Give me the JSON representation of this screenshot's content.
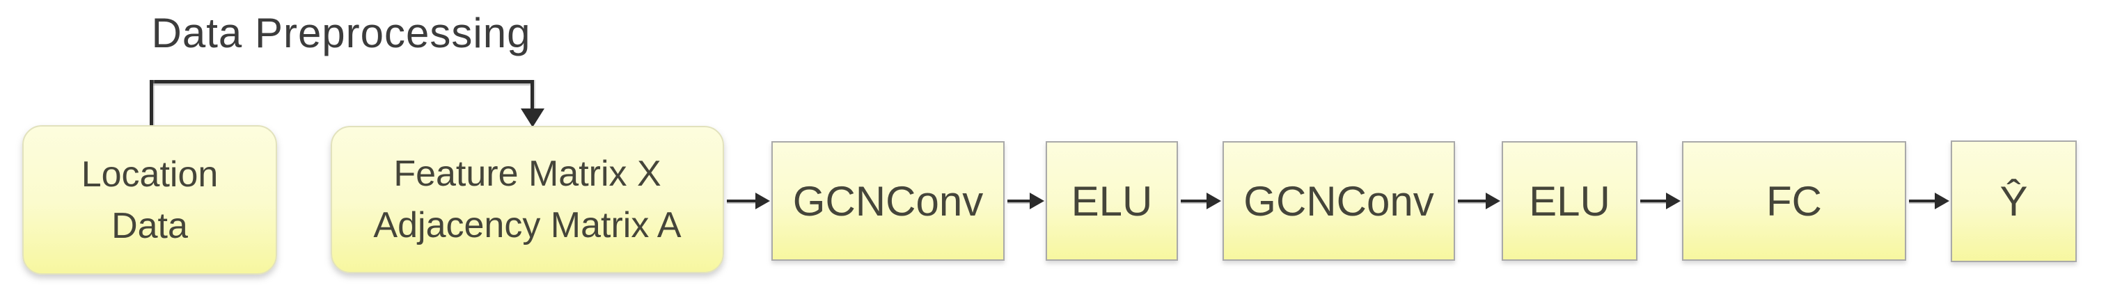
{
  "title": "Data Preprocessing",
  "nodes": [
    {
      "id": "location-data",
      "shape": "rounded",
      "lines": [
        "Location",
        "Data"
      ]
    },
    {
      "id": "feature-adjacency",
      "shape": "rounded",
      "lines": [
        "Feature Matrix X",
        "Adjacency Matrix A"
      ]
    },
    {
      "id": "gcnconv-1",
      "shape": "rect",
      "label": "GCNConv"
    },
    {
      "id": "elu-1",
      "shape": "rect",
      "label": "ELU"
    },
    {
      "id": "gcnconv-2",
      "shape": "rect",
      "label": "GCNConv"
    },
    {
      "id": "elu-2",
      "shape": "rect",
      "label": "ELU"
    },
    {
      "id": "fc",
      "shape": "rect",
      "label": "FC"
    },
    {
      "id": "y-hat",
      "shape": "rect",
      "label": "Ŷ"
    }
  ],
  "connections": [
    {
      "from": "location-data",
      "to": "feature-adjacency",
      "style": "elbow-bracket",
      "bracket_label": "Data Preprocessing"
    },
    {
      "from": "feature-adjacency",
      "to": "gcnconv-1",
      "style": "straight"
    },
    {
      "from": "gcnconv-1",
      "to": "elu-1",
      "style": "straight"
    },
    {
      "from": "elu-1",
      "to": "gcnconv-2",
      "style": "straight"
    },
    {
      "from": "gcnconv-2",
      "to": "elu-2",
      "style": "straight"
    },
    {
      "from": "elu-2",
      "to": "fc",
      "style": "straight"
    },
    {
      "from": "fc",
      "to": "y-hat",
      "style": "straight"
    }
  ],
  "colors": {
    "background": "#ffffff",
    "box_fill_top": "#fdfdde",
    "box_fill_bottom": "#f7f7a0",
    "box_border_rect": "#a9a9a9",
    "box_border_rounded": "#e2e2bd",
    "text": "#45453a",
    "title_text": "#3c3c3c",
    "connector": "#2b2b2b"
  }
}
